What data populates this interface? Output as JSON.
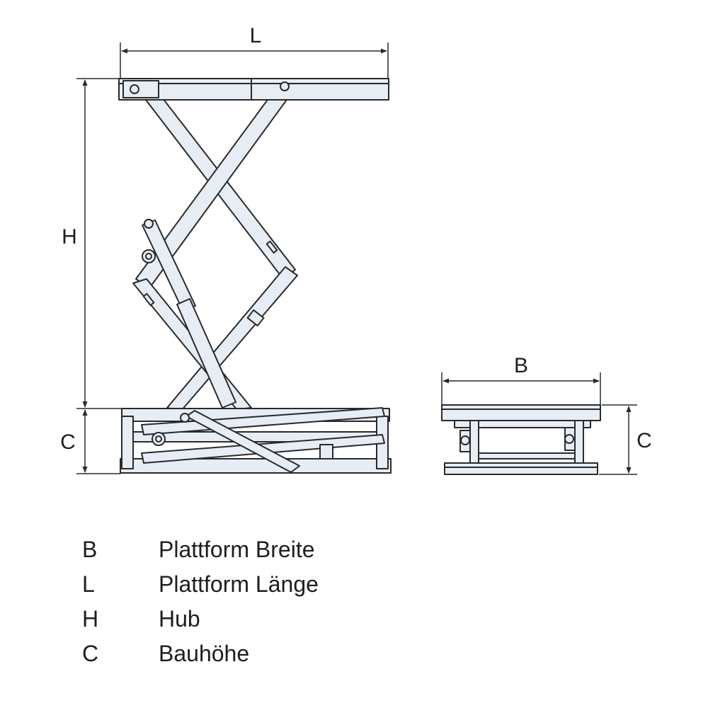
{
  "diagram": {
    "dimensions": {
      "L": "L",
      "H": "H",
      "C_left": "C",
      "B": "B",
      "C_right": "C"
    },
    "colors": {
      "fill": "#e6edf5",
      "stroke": "#2a2a2a"
    }
  },
  "legend": [
    {
      "key": "B",
      "text": "Plattform Breite"
    },
    {
      "key": "L",
      "text": "Plattform Länge"
    },
    {
      "key": "H",
      "text": "Hub"
    },
    {
      "key": "C",
      "text": "Bauhöhe"
    }
  ]
}
